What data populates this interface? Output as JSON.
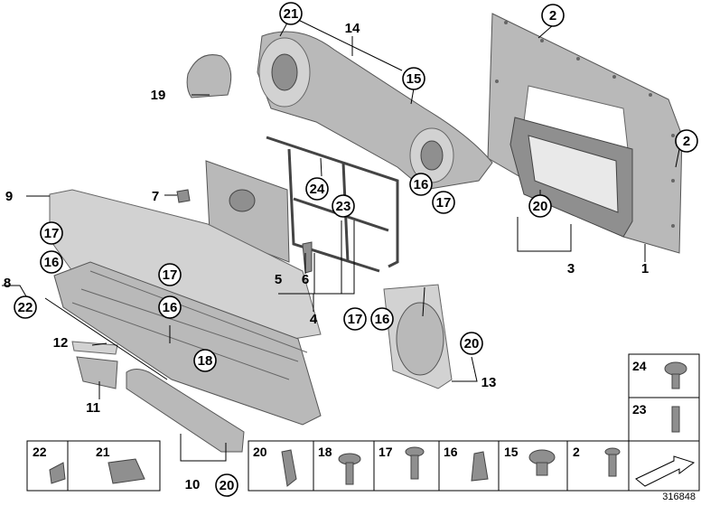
{
  "parts": {
    "p1": "1",
    "p2a": "2",
    "p2b": "2",
    "p3": "3",
    "p4": "4",
    "p5": "5",
    "p6": "6",
    "p7": "7",
    "p8": "8",
    "p9": "9",
    "p10": "10",
    "p11": "11",
    "p12": "12",
    "p13": "13",
    "p14": "14",
    "p15": "15",
    "p16a": "16",
    "p16b": "16",
    "p16c": "16",
    "p16d": "16",
    "p17a": "17",
    "p17b": "17",
    "p17c": "17",
    "p17d": "17",
    "p18": "18",
    "p19": "19",
    "p20a": "20",
    "p20b": "20",
    "p20c": "20",
    "p21": "21",
    "p22": "22",
    "p23": "23",
    "p24": "24"
  },
  "legend": {
    "c22": "22",
    "c21": "21",
    "c20": "20",
    "c18": "18",
    "c17": "17",
    "c16": "16",
    "c15": "15",
    "c2": "2",
    "c24": "24",
    "c23": "23"
  },
  "doc_number": "316848"
}
